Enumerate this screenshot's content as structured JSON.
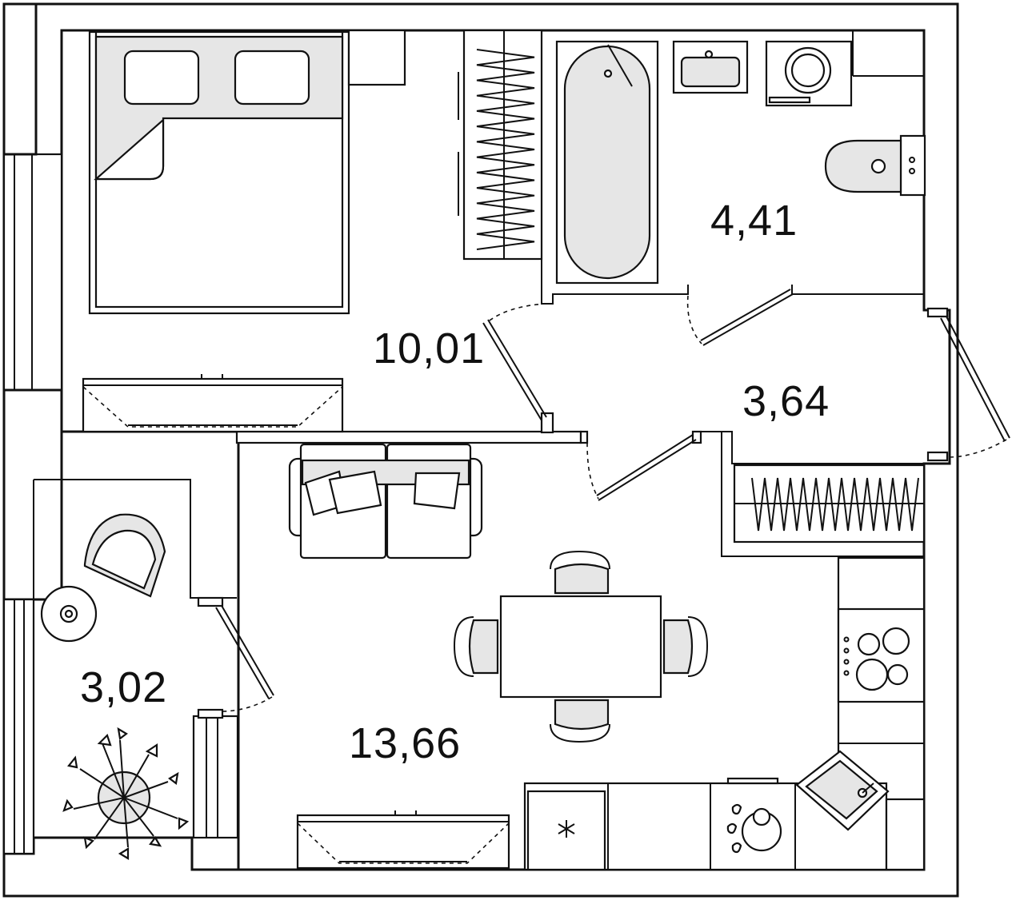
{
  "rooms": {
    "bedroom": {
      "area": "10,01"
    },
    "bathroom": {
      "area": "4,41"
    },
    "hallway": {
      "area": "3,64"
    },
    "balcony": {
      "area": "3,02"
    },
    "living_kitchen": {
      "area": "13,66"
    }
  }
}
